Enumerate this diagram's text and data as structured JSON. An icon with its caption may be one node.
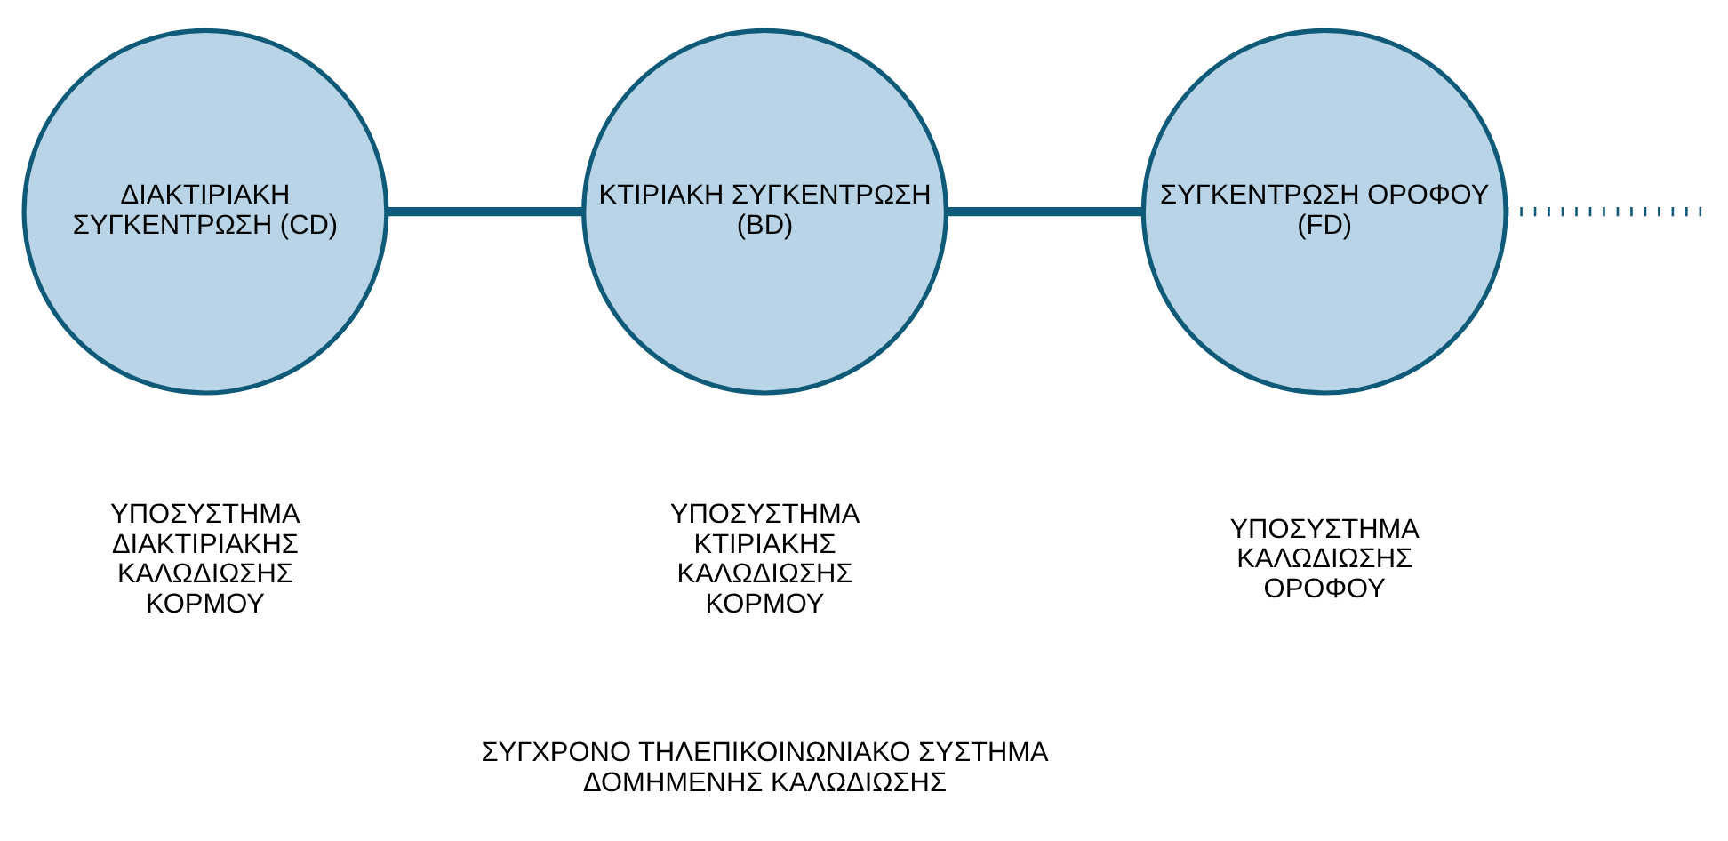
{
  "diagram": {
    "nodes": [
      {
        "text": [
          "ΔΙΑΚΤΙΡΙΑΚΗ ΣΥΓΚΕΝΤΡΩΣΗ (CD)"
        ]
      },
      {
        "text": [
          "ΚΤΙΡΙΑΚΗ ΣΥΓΚΕΝΤΡΩΣΗ (BD)"
        ]
      },
      {
        "text": [
          "ΣΥΓΚΕΝΤΡΩΣΗ ΟΡΟΦΟΥ (FD)"
        ]
      }
    ],
    "edges": [
      {
        "from": 0,
        "to": 1,
        "arrow": "none"
      },
      {
        "from": 1,
        "to": 2,
        "arrow": "none"
      },
      {
        "from": 2,
        "to": null,
        "arrow": "none",
        "style": "dashed"
      }
    ],
    "labels": [
      "ΥΠΟΣΥΣΤΗΜΑ ΔΙΑΚΤΙΡΙΑΚΗΣ ΚΑΛΩΔΙΩΣΗΣ ΚΟΡΜΟΥ",
      "ΥΠΟΣΥΣΤΗΜΑ ΚΤΙΡΙΑΚΗΣ ΚΑΛΩΔΙΩΣΗΣ ΚΟΡΜΟΥ",
      "ΥΠΟΣΥΣΤΗΜΑ ΚΑΛΩΔΙΩΣΗΣ ΟΡΟΦΟΥ",
      "ΣΥΓΧΡΟΝΟ ΤΗΛΕΠΙΚΟΙΝΩΝΙΑΚΟ ΣΥΣΤΗΜΑ ΔΟΜΗΜΕΝΗΣ ΚΑΛΩΔΙΩΣΗΣ"
    ]
  }
}
